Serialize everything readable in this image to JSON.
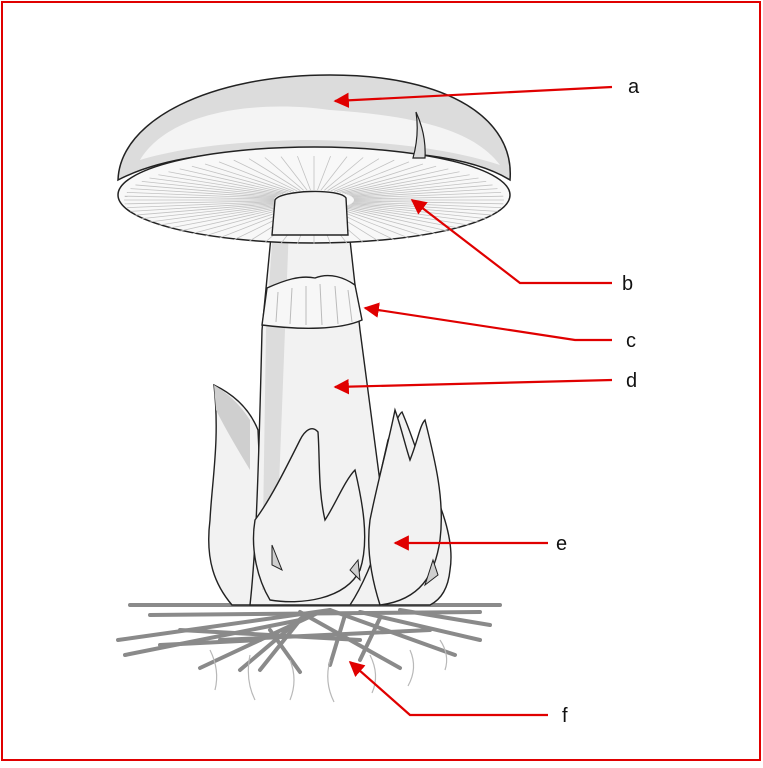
{
  "diagram": {
    "frame_color": "#e00000",
    "arrow_color": "#e00000",
    "outline_color": "#222222",
    "fill_light": "#f2f2f2",
    "fill_shade": "#cfcfcf",
    "root_color": "#8a8a8a",
    "labels": [
      {
        "id": "a",
        "text": "a"
      },
      {
        "id": "b",
        "text": "b"
      },
      {
        "id": "c",
        "text": "c"
      },
      {
        "id": "d",
        "text": "d"
      },
      {
        "id": "e",
        "text": "e"
      },
      {
        "id": "f",
        "text": "f"
      }
    ]
  }
}
